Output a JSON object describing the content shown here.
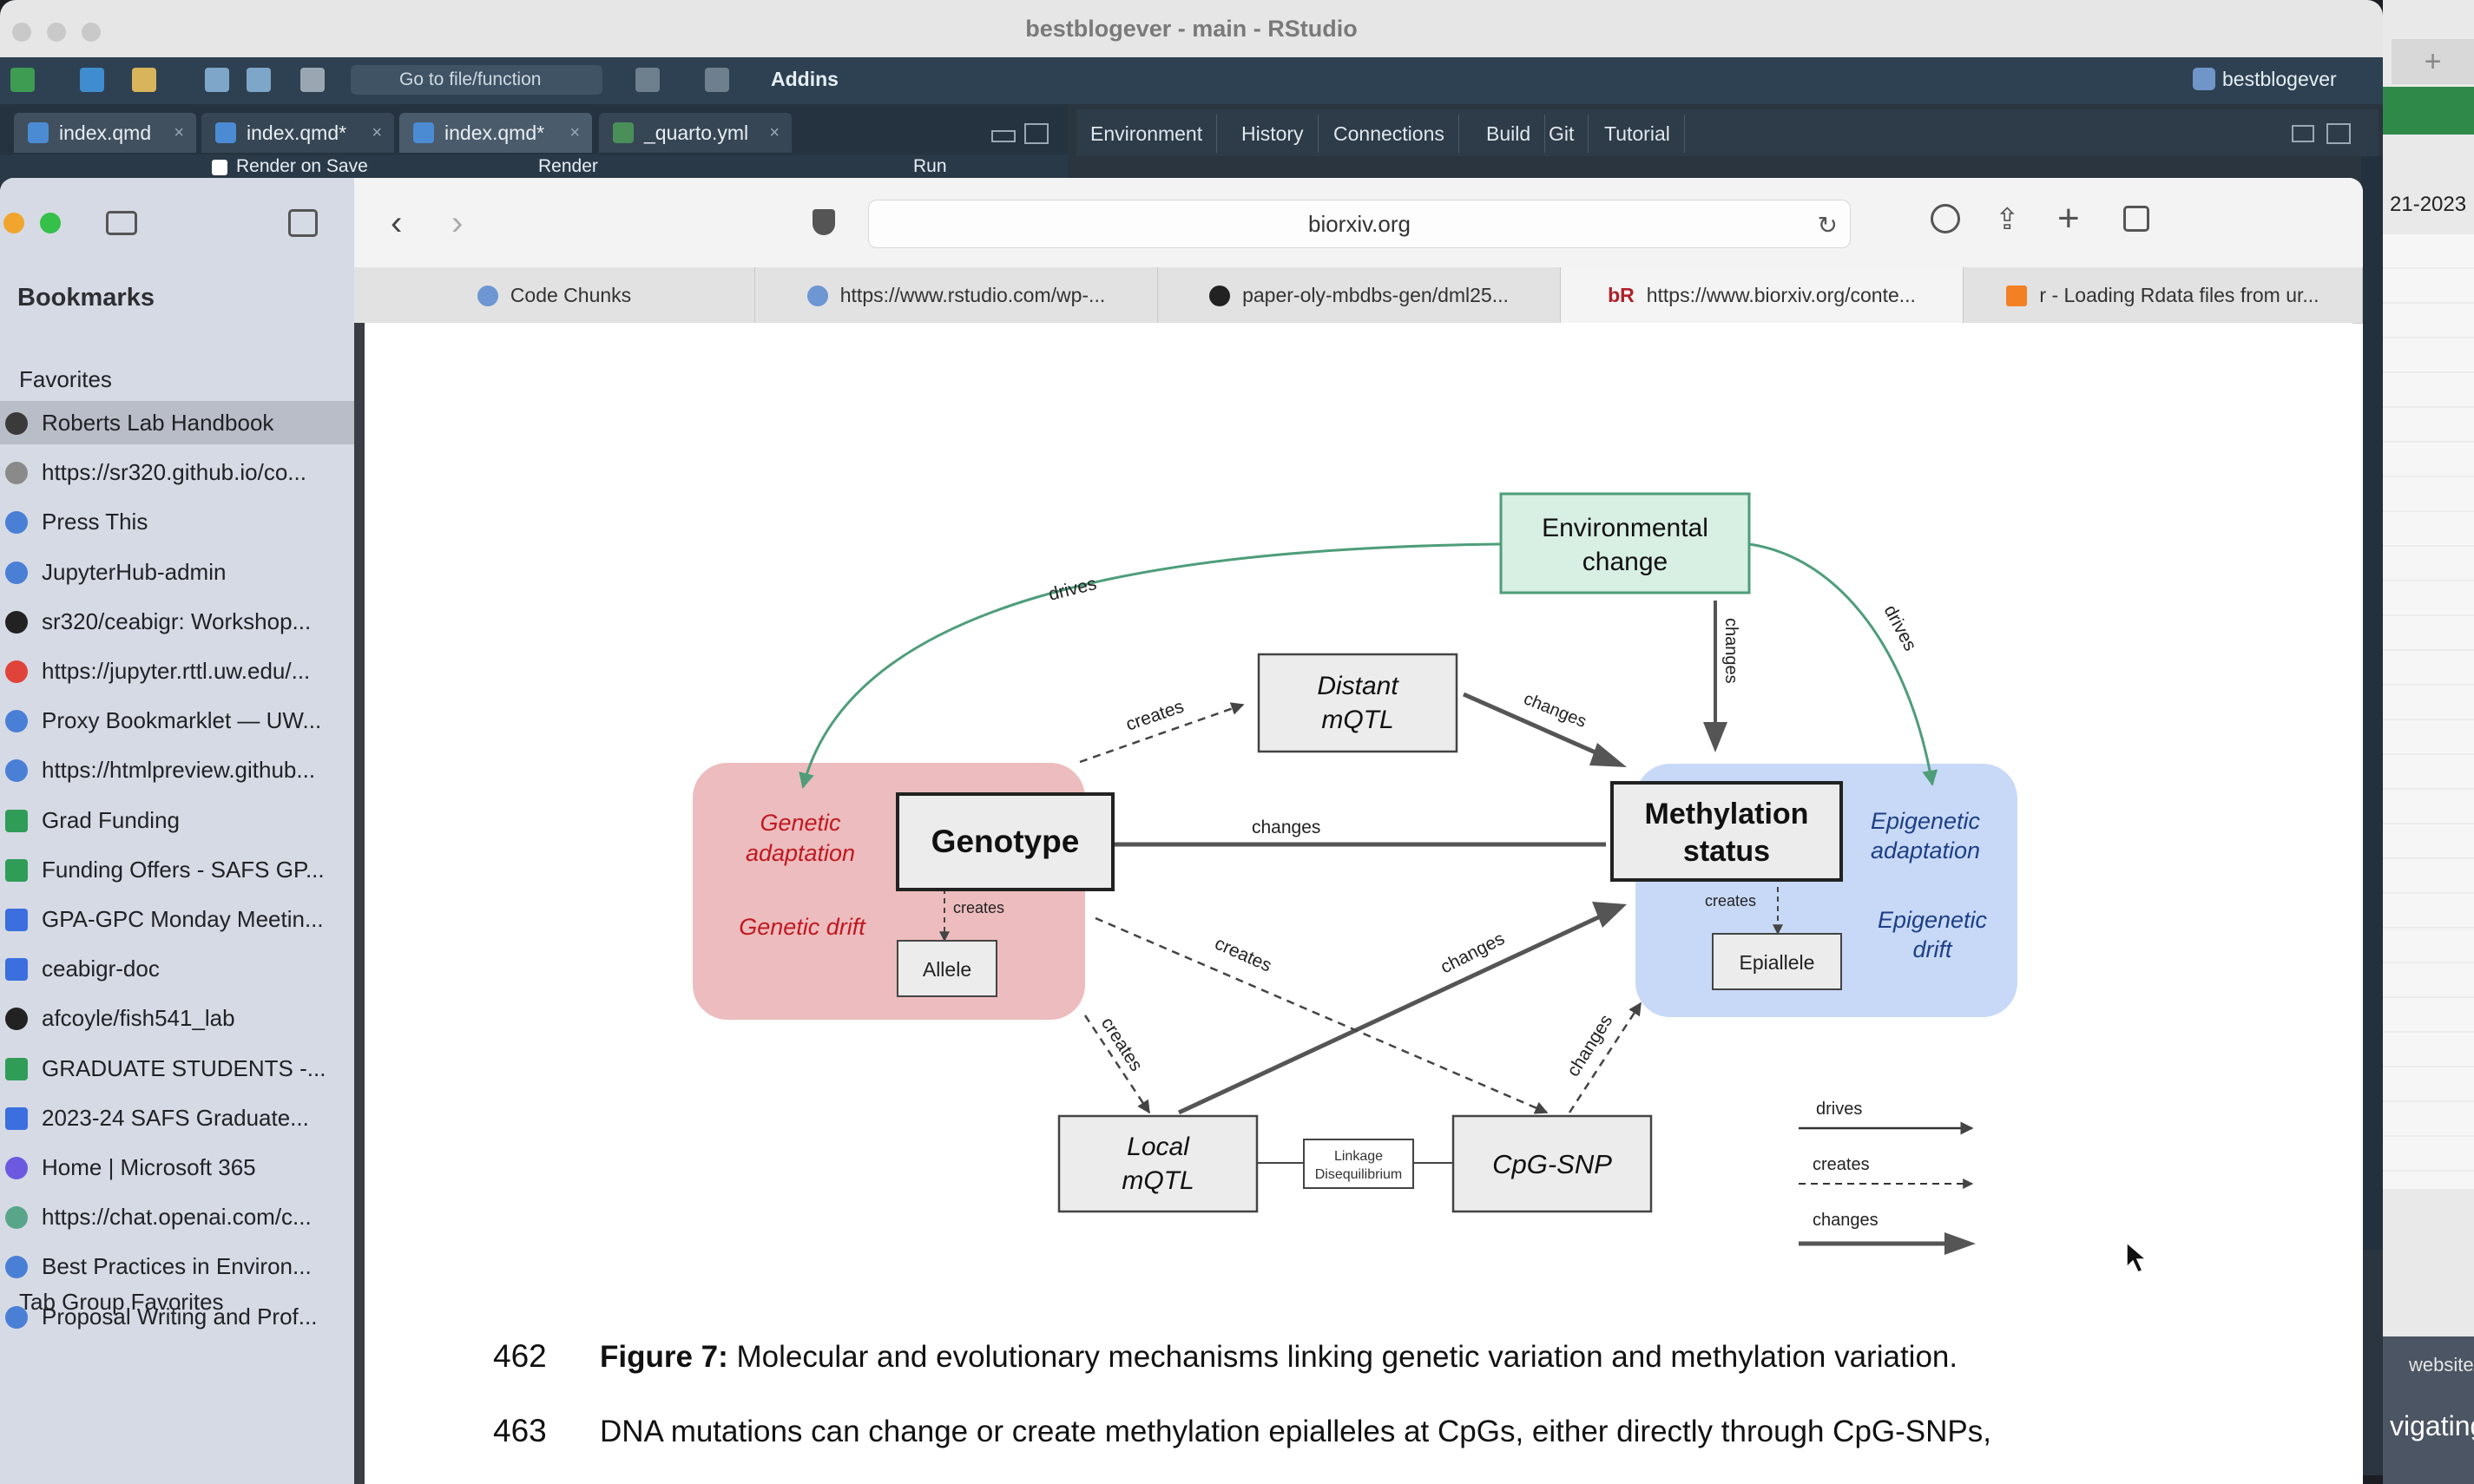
{
  "rstudio": {
    "window_title": "bestblogever - main - RStudio",
    "goto_placeholder": "Go to file/function",
    "addins_label": "Addins",
    "project_label": "bestblogever",
    "editor_tabs": [
      {
        "label": "index.qmd"
      },
      {
        "label": "index.qmd*"
      },
      {
        "label": "index.qmd*"
      },
      {
        "label": "_quarto.yml"
      }
    ],
    "render_on_save": "Render on Save",
    "render_label": "Render",
    "run_label": "Run",
    "env_tabs": [
      "Environment",
      "History",
      "Connections",
      "Build",
      "Git",
      "Tutorial"
    ]
  },
  "background_window": {
    "date_fragment": "21-2023",
    "website_label": "website/",
    "nav_fragment": "vigating"
  },
  "safari": {
    "url": "biorxiv.org",
    "tabs": [
      {
        "label": "Code Chunks"
      },
      {
        "label": "https://www.rstudio.com/wp-..."
      },
      {
        "label": "paper-oly-mbdbs-gen/dml25..."
      },
      {
        "label": "https://www.biorxiv.org/conte...",
        "badge": "bR"
      },
      {
        "label": "r - Loading Rdata files from ur..."
      }
    ],
    "sidebar": {
      "title": "Bookmarks",
      "favorites_label": "Favorites",
      "items": [
        {
          "label": "Roberts Lab Handbook",
          "icon": "handbook-icon"
        },
        {
          "label": "https://sr320.github.io/co...",
          "icon": "link-icon"
        },
        {
          "label": "Press This",
          "icon": "globe-icon"
        },
        {
          "label": "JupyterHub-admin",
          "icon": "globe-icon"
        },
        {
          "label": "sr320/ceabigr: Workshop...",
          "icon": "github-icon"
        },
        {
          "label": "https://jupyter.rttl.uw.edu/...",
          "icon": "jupyter-icon"
        },
        {
          "label": "Proxy Bookmarklet — UW...",
          "icon": "globe-icon"
        },
        {
          "label": "https://htmlpreview.github...",
          "icon": "globe-icon"
        },
        {
          "label": "Grad Funding",
          "icon": "drive-icon"
        },
        {
          "label": "Funding Offers - SAFS GP...",
          "icon": "drive-icon"
        },
        {
          "label": "GPA-GPC Monday Meetin...",
          "icon": "docs-icon"
        },
        {
          "label": "ceabigr-doc",
          "icon": "docs-icon"
        },
        {
          "label": "afcoyle/fish541_lab",
          "icon": "github-icon"
        },
        {
          "label": "GRADUATE STUDENTS -...",
          "icon": "drive-icon"
        },
        {
          "label": "2023-24 SAFS Graduate...",
          "icon": "forms-icon"
        },
        {
          "label": "Home | Microsoft 365",
          "icon": "microsoft-icon"
        },
        {
          "label": "https://chat.openai.com/c...",
          "icon": "openai-icon"
        },
        {
          "label": "Best Practices in Environ...",
          "icon": "globe-icon"
        },
        {
          "label": "Proposal Writing and Prof...",
          "icon": "globe-icon"
        }
      ],
      "tab_group_label": "Tab Group Favorites"
    }
  },
  "figure": {
    "nodes": {
      "env": [
        "Environmental",
        "change"
      ],
      "distant": [
        "Distant",
        "mQTL"
      ],
      "genotype": "Genotype",
      "methylation": [
        "Methylation",
        "status"
      ],
      "allele": "Allele",
      "epiallele": "Epiallele",
      "local": [
        "Local",
        "mQTL"
      ],
      "cpg": "CpG-SNP",
      "linkage": [
        "Linkage",
        "Disequilibrium"
      ]
    },
    "labels": {
      "genetic_adaptation": [
        "Genetic",
        "adaptation"
      ],
      "genetic_drift": "Genetic drift",
      "epigenetic_adaptation": [
        "Epigenetic",
        "adaptation"
      ],
      "epigenetic_drift": [
        "Epigenetic",
        "drift"
      ]
    },
    "edges": {
      "drives": "drives",
      "creates": "creates",
      "changes": "changes"
    },
    "legend": [
      "drives",
      "creates",
      "changes"
    ],
    "colors": {
      "env_fill": "#d8efe4",
      "env_stroke": "#4e9d7a",
      "genetic_fill": "#edbcbe",
      "genetic_text": "#c01820",
      "epigenetic_fill": "#c8d9f7",
      "epigenetic_text": "#1d3f86",
      "box_fill": "#ececec",
      "drive_arrow": "#4e9d7a"
    }
  },
  "caption": {
    "line1_num": "462",
    "line1_bold": "Figure 7:",
    "line1_text": "Molecular and evolutionary mechanisms linking genetic variation and methylation variation.",
    "line2_num": "463",
    "line2_text": "DNA mutations can change or create methylation epialleles at CpGs, either directly through CpG-SNPs,"
  }
}
